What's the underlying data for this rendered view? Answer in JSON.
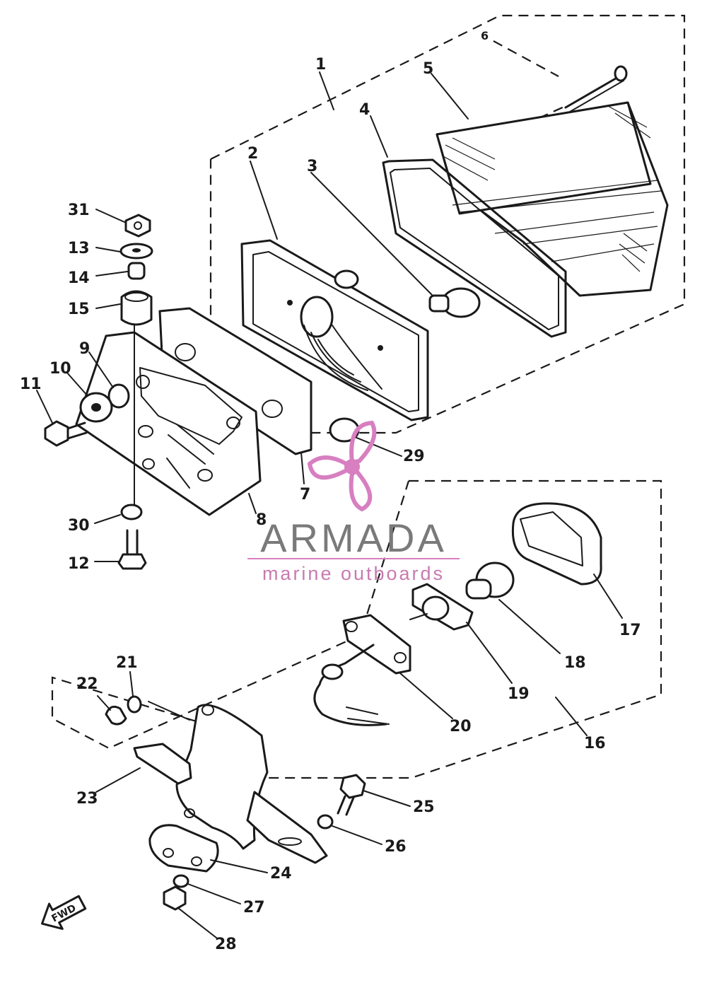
{
  "watermark": {
    "brand": "ARMADA",
    "tagline": "marine outboards",
    "accent_color": "#d77fc0",
    "text_color": "#7a7a7a",
    "icon": "propeller-logo-icon"
  },
  "diagram": {
    "part_numbers": [
      "1",
      "2",
      "3",
      "4",
      "5",
      "6",
      "7",
      "8",
      "9",
      "10",
      "11",
      "12",
      "13",
      "14",
      "15",
      "16",
      "17",
      "18",
      "19",
      "20",
      "21",
      "22",
      "23",
      "24",
      "25",
      "26",
      "27",
      "28",
      "29",
      "30",
      "31"
    ],
    "direction_badge": "FWD",
    "direction_icon": "forward-arrow-icon"
  }
}
